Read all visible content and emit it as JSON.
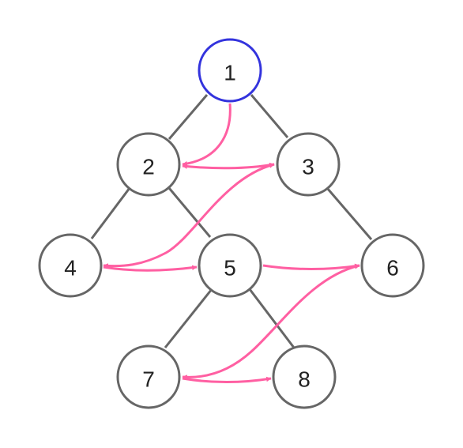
{
  "colors": {
    "node_stroke": "#666666",
    "root_stroke": "#3333dd",
    "edge": "#666666",
    "traversal": "#ff5fa2"
  },
  "nodes": [
    {
      "id": "1",
      "label": "1",
      "root": true
    },
    {
      "id": "2",
      "label": "2"
    },
    {
      "id": "3",
      "label": "3"
    },
    {
      "id": "4",
      "label": "4"
    },
    {
      "id": "5",
      "label": "5"
    },
    {
      "id": "6",
      "label": "6"
    },
    {
      "id": "7",
      "label": "7"
    },
    {
      "id": "8",
      "label": "8"
    }
  ],
  "tree_edges": [
    {
      "from": "1",
      "to": "2"
    },
    {
      "from": "1",
      "to": "3"
    },
    {
      "from": "2",
      "to": "4"
    },
    {
      "from": "2",
      "to": "5"
    },
    {
      "from": "3",
      "to": "6"
    },
    {
      "from": "5",
      "to": "7"
    },
    {
      "from": "5",
      "to": "8"
    }
  ],
  "traversal_arrows": [
    {
      "from": "1",
      "to": "2"
    },
    {
      "from": "2",
      "to": "3"
    },
    {
      "from": "3",
      "to": "4"
    },
    {
      "from": "4",
      "to": "5"
    },
    {
      "from": "5",
      "to": "6"
    },
    {
      "from": "6",
      "to": "7"
    },
    {
      "from": "7",
      "to": "8"
    }
  ]
}
